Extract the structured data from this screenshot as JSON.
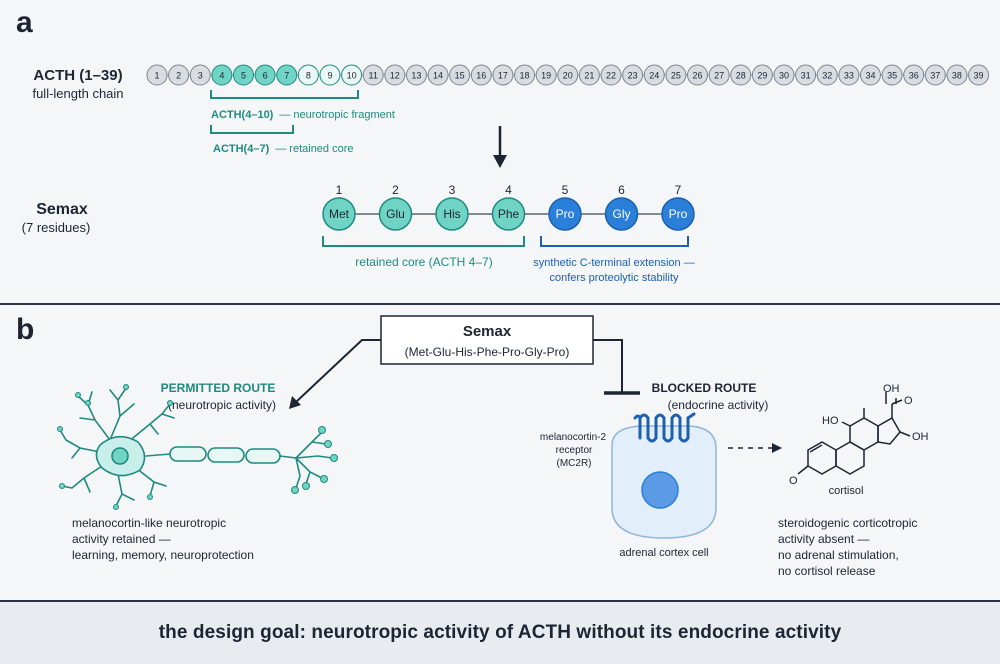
{
  "panel_a": {
    "letter": "a",
    "acth_title": "ACTH (1–39)",
    "acth_subtitle": "full-length chain",
    "acth_residues": [
      "1",
      "2",
      "3",
      "4",
      "5",
      "6",
      "7",
      "8",
      "9",
      "10",
      "11",
      "12",
      "13",
      "14",
      "15",
      "16",
      "17",
      "18",
      "19",
      "20",
      "21",
      "22",
      "23",
      "24",
      "25",
      "26",
      "27",
      "28",
      "29",
      "30",
      "31",
      "32",
      "33",
      "34",
      "35",
      "36",
      "37",
      "38",
      "39"
    ],
    "fragment_label_bold": "ACTH(4–10)",
    "fragment_label_rest": "— neurotropic fragment",
    "core_label_bold": "ACTH(4–7)",
    "core_label_rest": "— retained core",
    "semax_title": "Semax",
    "semax_subtitle": "(7 residues)",
    "semax_residues": [
      {
        "num": "1",
        "name": "Met",
        "kind": "core"
      },
      {
        "num": "2",
        "name": "Glu",
        "kind": "core"
      },
      {
        "num": "3",
        "name": "His",
        "kind": "core"
      },
      {
        "num": "4",
        "name": "Phe",
        "kind": "core"
      },
      {
        "num": "5",
        "name": "Pro",
        "kind": "ext"
      },
      {
        "num": "6",
        "name": "Gly",
        "kind": "ext"
      },
      {
        "num": "7",
        "name": "Pro",
        "kind": "ext"
      }
    ],
    "retained_core_caption": "retained core (ACTH 4–7)",
    "extension_caption_line1": "synthetic C-terminal extension —",
    "extension_caption_line2": "confers proteolytic stability"
  },
  "panel_b": {
    "letter": "b",
    "semax_box_title": "Semax",
    "semax_box_sequence": "(Met-Glu-His-Phe-Pro-Gly-Pro)",
    "permitted_title": "PERMITTED ROUTE",
    "permitted_subtitle": "(neurotropic activity)",
    "blocked_title": "BLOCKED ROUTE",
    "blocked_subtitle": "(endocrine activity)",
    "receptor_line1": "melanocortin-2",
    "receptor_line2": "receptor",
    "receptor_line3": "(MC2R)",
    "cell_label": "adrenal cortex cell",
    "molecule_label": "cortisol",
    "neuron_caption": [
      "melanocortin-like neurotropic",
      "activity retained —",
      "learning, memory, neuroprotection"
    ],
    "endocrine_caption": [
      "steroidogenic corticotropic",
      "activity absent —",
      "no adrenal stimulation,",
      "no cortisol release"
    ],
    "atom_labels": {
      "oh_top": "OH",
      "o_ketone": "O",
      "oh_side": "OH",
      "ho_ring": "HO",
      "o_ring": "O"
    }
  },
  "footer": {
    "text": "the design goal: neurotropic activity of ACTH without its endocrine activity"
  },
  "colors": {
    "teal": "#6fd3c6",
    "teal_dark": "#1f8a7e",
    "blue": "#2a7fd8",
    "blue_dark": "#1d5fb0",
    "grey_bead": "#d9dde2",
    "navy": "#1d2533"
  }
}
